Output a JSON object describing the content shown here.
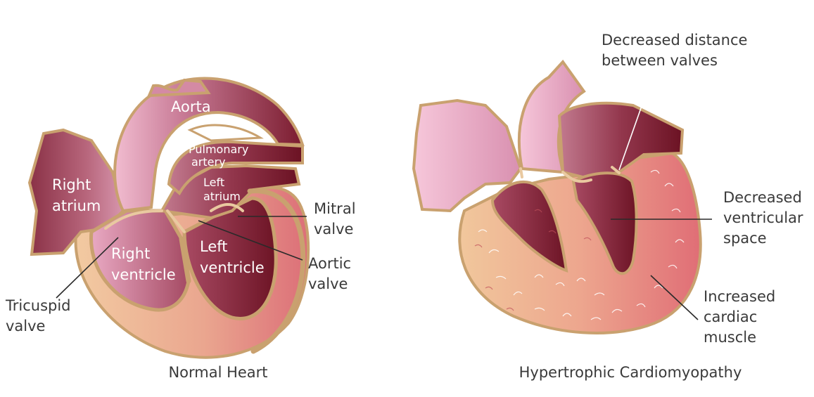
{
  "normal_heart": {
    "caption": "Normal Heart",
    "labels": {
      "aorta": "Aorta",
      "pulmonary_artery_1": "Pulmonary",
      "pulmonary_artery_2": "artery",
      "right_atrium_1": "Right",
      "right_atrium_2": "atrium",
      "left_atrium_1": "Left",
      "left_atrium_2": "atrium",
      "right_ventricle_1": "Right",
      "right_ventricle_2": "ventricle",
      "left_ventricle_1": "Left",
      "left_ventricle_2": "ventricle",
      "mitral_valve_1": "Mitral",
      "mitral_valve_2": "valve",
      "aortic_valve_1": "Aortic",
      "aortic_valve_2": "valve",
      "tricuspid_valve_1": "Tricuspid",
      "tricuspid_valve_2": "valve"
    }
  },
  "hcm_heart": {
    "caption": "Hypertrophic Cardiomyopathy",
    "labels": {
      "valve_distance_1": "Decreased distance",
      "valve_distance_2": "between valves",
      "ventricular_space_1": "Decreased",
      "ventricular_space_2": "ventricular",
      "ventricular_space_3": "space",
      "cardiac_muscle_1": "Increased",
      "cardiac_muscle_2": "cardiac",
      "cardiac_muscle_3": "muscle"
    }
  },
  "colors": {
    "wall": "#c9a16f",
    "muscle_light": "#f1c29a",
    "muscle_pink": "#e48486",
    "chamber_dark": "#7e1b2c",
    "aorta_pink": "#ecadc6",
    "text": "#3a3a3a"
  }
}
